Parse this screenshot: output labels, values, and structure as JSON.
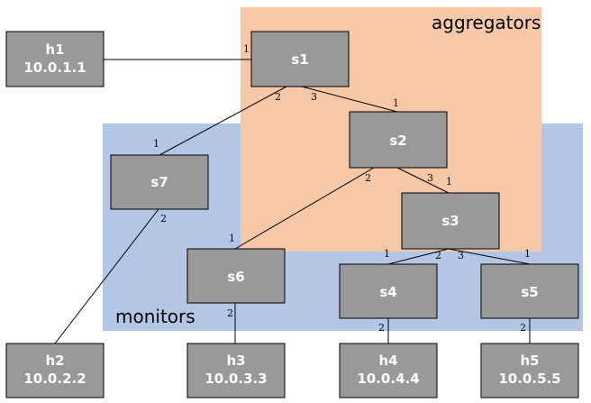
{
  "regions": {
    "monitors": {
      "label": "monitors",
      "color": "#b3c6e6"
    },
    "aggregators": {
      "label": "aggregators",
      "color": "#f7c8a8"
    }
  },
  "node_color": "#999999",
  "switches": {
    "s1": {
      "name": "s1"
    },
    "s2": {
      "name": "s2"
    },
    "s3": {
      "name": "s3"
    },
    "s4": {
      "name": "s4"
    },
    "s5": {
      "name": "s5"
    },
    "s6": {
      "name": "s6"
    },
    "s7": {
      "name": "s7"
    }
  },
  "hosts": {
    "h1": {
      "name": "h1",
      "ip": "10.0.1.1"
    },
    "h2": {
      "name": "h2",
      "ip": "10.0.2.2"
    },
    "h3": {
      "name": "h3",
      "ip": "10.0.3.3"
    },
    "h4": {
      "name": "h4",
      "ip": "10.0.4.4"
    },
    "h5": {
      "name": "h5",
      "ip": "10.0.5.5"
    }
  },
  "ports": {
    "h1_s1": "1",
    "s1_s7": "2",
    "s1_s2": "3",
    "s2_s1": "1",
    "s7_s1": "1",
    "s7_h2": "2",
    "s2_s6": "2",
    "s2_s3": "3",
    "s3_s2": "1",
    "s6_s2": "1",
    "s6_h3": "2",
    "s3_s4": "2",
    "s3_s5": "3",
    "s4_s3": "1",
    "s5_s3": "1",
    "s4_h4": "2",
    "s5_h5": "2"
  }
}
